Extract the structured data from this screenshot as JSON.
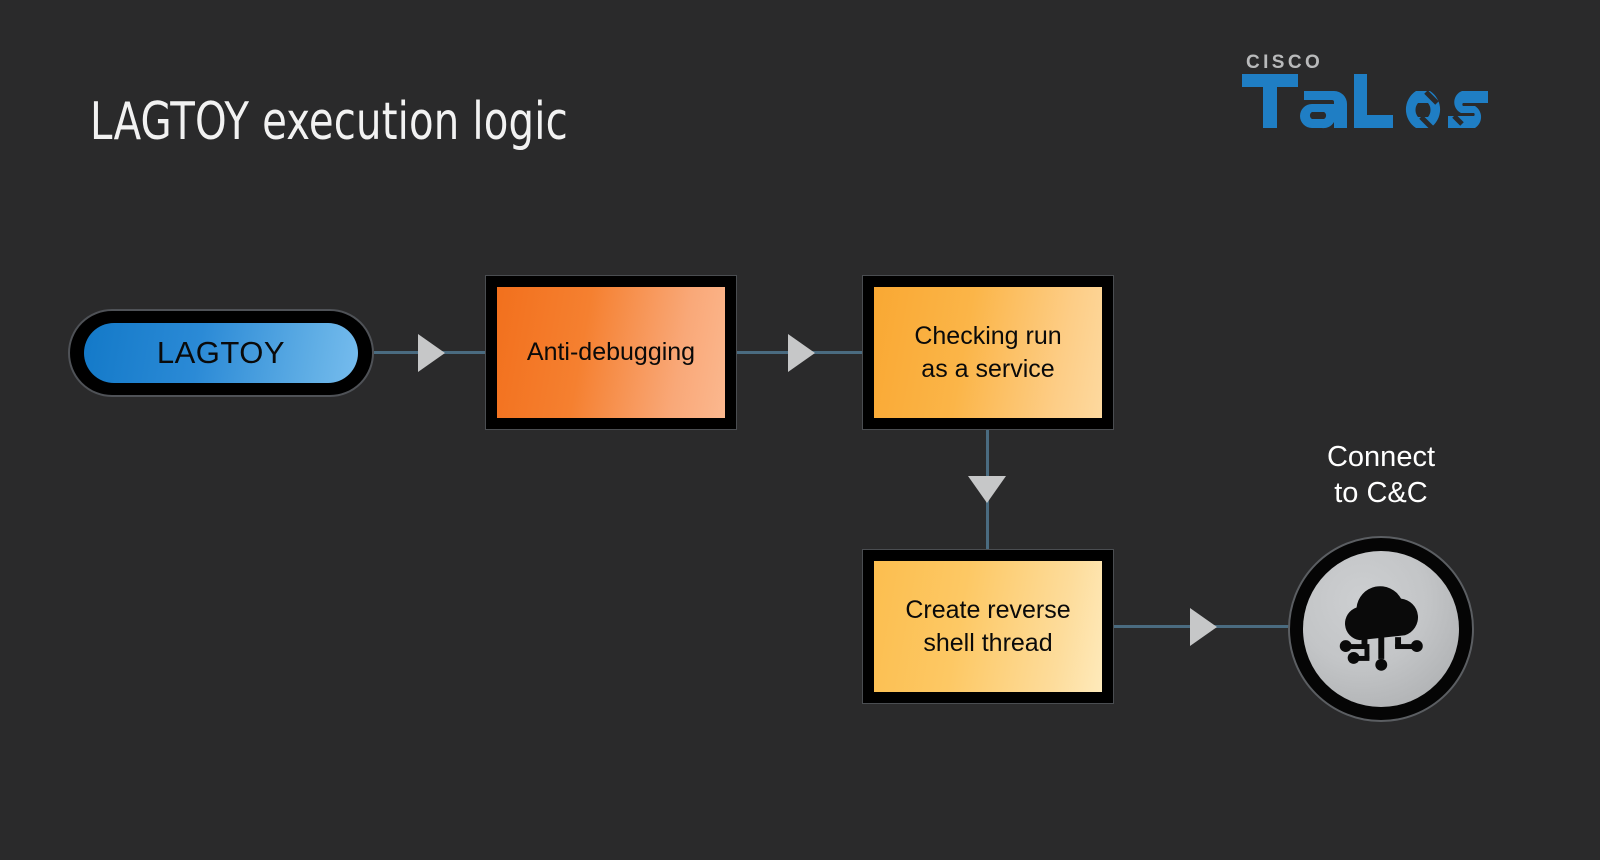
{
  "page": {
    "title": "LAGTOY execution logic",
    "background_color": "#2a2a2b"
  },
  "logo": {
    "brand": "CISCO",
    "product": "TALOS",
    "brand_color": "#b9babb",
    "product_color": "#1f7ec4"
  },
  "diagram": {
    "type": "flowchart",
    "connector_color": "#4a6b80",
    "arrowhead_color": "#c6c7c8",
    "nodes": [
      {
        "id": "lagtoy",
        "label": "LAGTOY",
        "shape": "rounded-pill",
        "fill": "blue-gradient",
        "color_start": "#1379c8",
        "color_end": "#76bcee"
      },
      {
        "id": "anti-debugging",
        "label": "Anti-debugging",
        "shape": "rectangle",
        "fill": "orange-gradient",
        "color_start": "#f2701d",
        "color_end": "#fbb88f"
      },
      {
        "id": "checking-run-as-a-service",
        "label_line1": "Checking run",
        "label_line2": "as a service",
        "shape": "rectangle",
        "fill": "amber-gradient",
        "color_start": "#f9a833",
        "color_end": "#fdd99f"
      },
      {
        "id": "create-reverse-shell-thread",
        "label_line1": "Create reverse",
        "label_line2": "shell thread",
        "shape": "rectangle",
        "fill": "yellow-gradient",
        "color_start": "#fcbe4f",
        "color_end": "#feeabb"
      },
      {
        "id": "connect-to-cc",
        "label_line1": "Connect",
        "label_line2": "to C&C",
        "shape": "circle",
        "icon": "cloud-network-icon",
        "fill": "silver-gradient",
        "color_start": "#cdcfd1",
        "color_end": "#a7a9ab"
      }
    ],
    "edges": [
      {
        "from": "lagtoy",
        "to": "anti-debugging",
        "direction": "right"
      },
      {
        "from": "anti-debugging",
        "to": "checking-run-as-a-service",
        "direction": "right"
      },
      {
        "from": "checking-run-as-a-service",
        "to": "create-reverse-shell-thread",
        "direction": "down"
      },
      {
        "from": "create-reverse-shell-thread",
        "to": "connect-to-cc",
        "direction": "right"
      }
    ]
  }
}
